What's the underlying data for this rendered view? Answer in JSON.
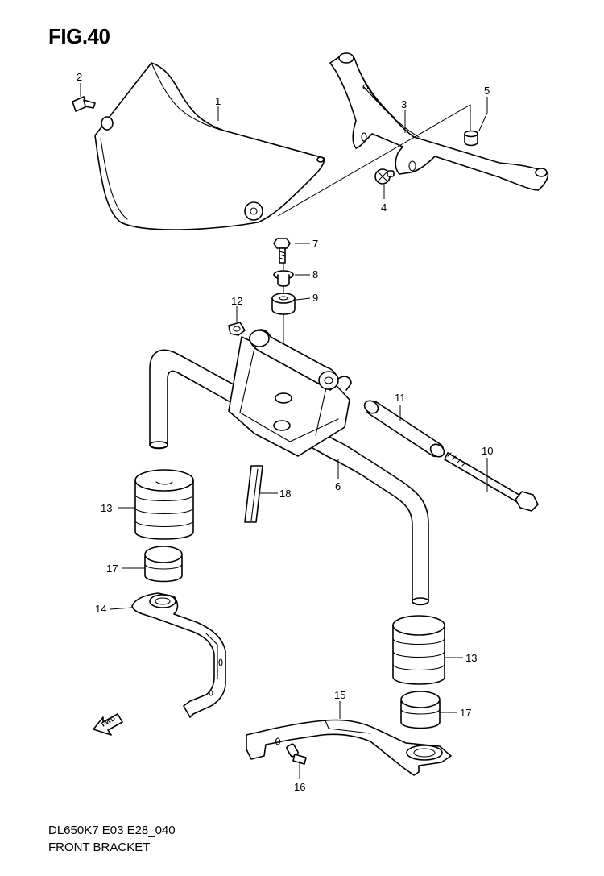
{
  "figure": {
    "title": "FIG.40",
    "code": "DL650K7 E03 E28_040",
    "name": "FRONT BRACKET"
  },
  "fwd_arrow": {
    "label": "FWD"
  },
  "callouts": [
    "1",
    "2",
    "3",
    "4",
    "5",
    "6",
    "7",
    "8",
    "9",
    "10",
    "11",
    "12",
    "13",
    "14",
    "13",
    "15",
    "16",
    "17",
    "17",
    "18"
  ],
  "colors": {
    "line": "#000000",
    "background": "#ffffff"
  }
}
